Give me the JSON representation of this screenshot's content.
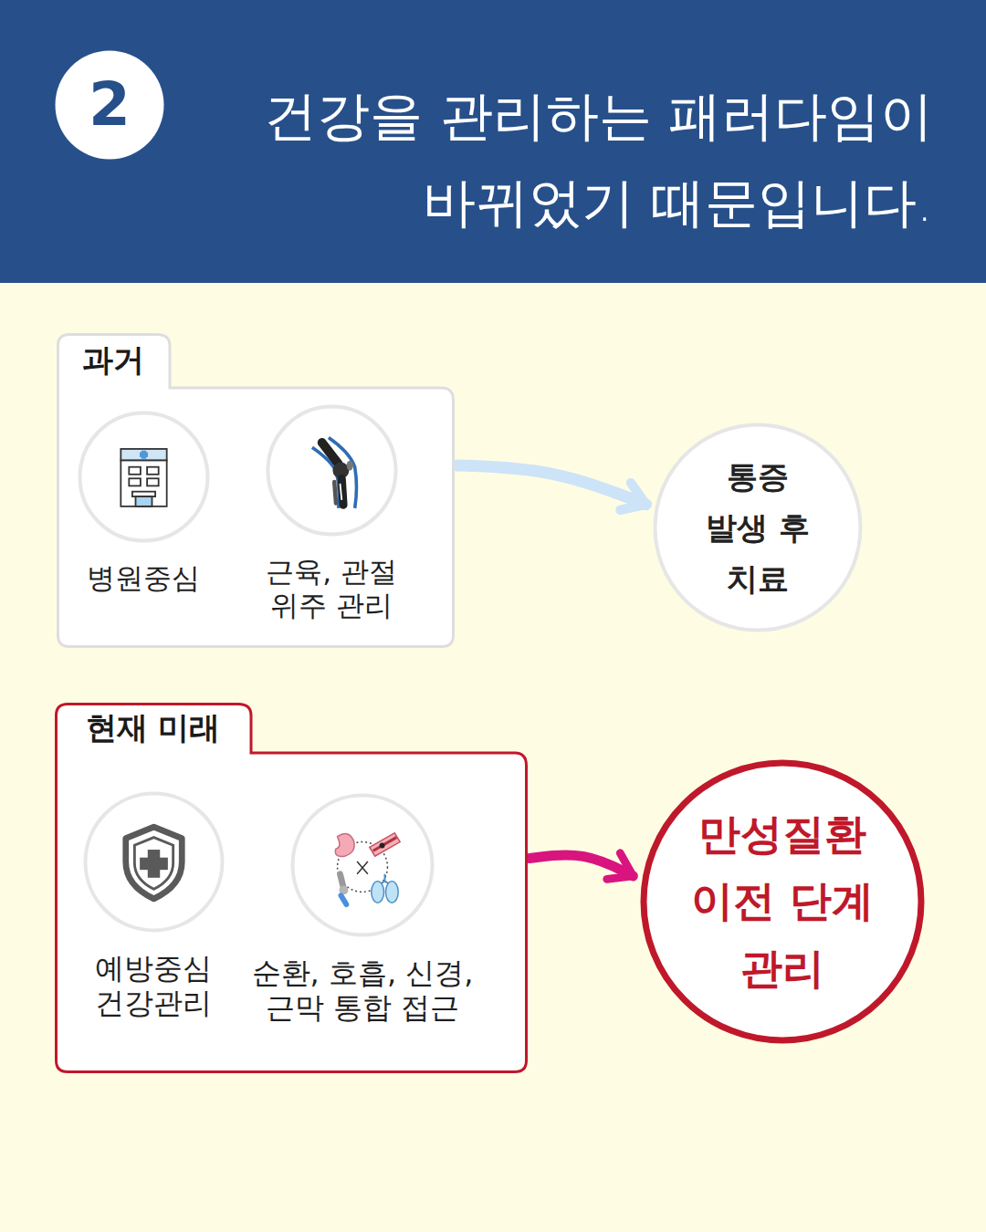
{
  "diagram": {
    "title": "건강을 관리하는 패러다임이 바뀌었기 때문입니다.",
    "nodes": [
      {
        "text": [
          "2"
        ]
      },
      {
        "text": [
          "과거"
        ]
      },
      {
        "text": [
          "병원중심"
        ],
        "in": 1
      },
      {
        "text": [
          "근육, 관절 위주 관리"
        ],
        "in": 1
      },
      {
        "text": [
          "통증 발생 후 치료"
        ]
      },
      {
        "text": [
          "현재 미래"
        ]
      },
      {
        "text": [
          "예방중심 건강관리"
        ],
        "in": 5
      },
      {
        "text": [
          "순환, 호흡, 신경, 근막 통합 접근"
        ],
        "in": 5
      },
      {
        "text": [
          "만성질환 이전 단계 관리"
        ]
      }
    ],
    "edges": [
      {
        "from": 1,
        "to": 4,
        "arrow": "to"
      },
      {
        "from": 5,
        "to": 8,
        "arrow": "to"
      }
    ]
  }
}
